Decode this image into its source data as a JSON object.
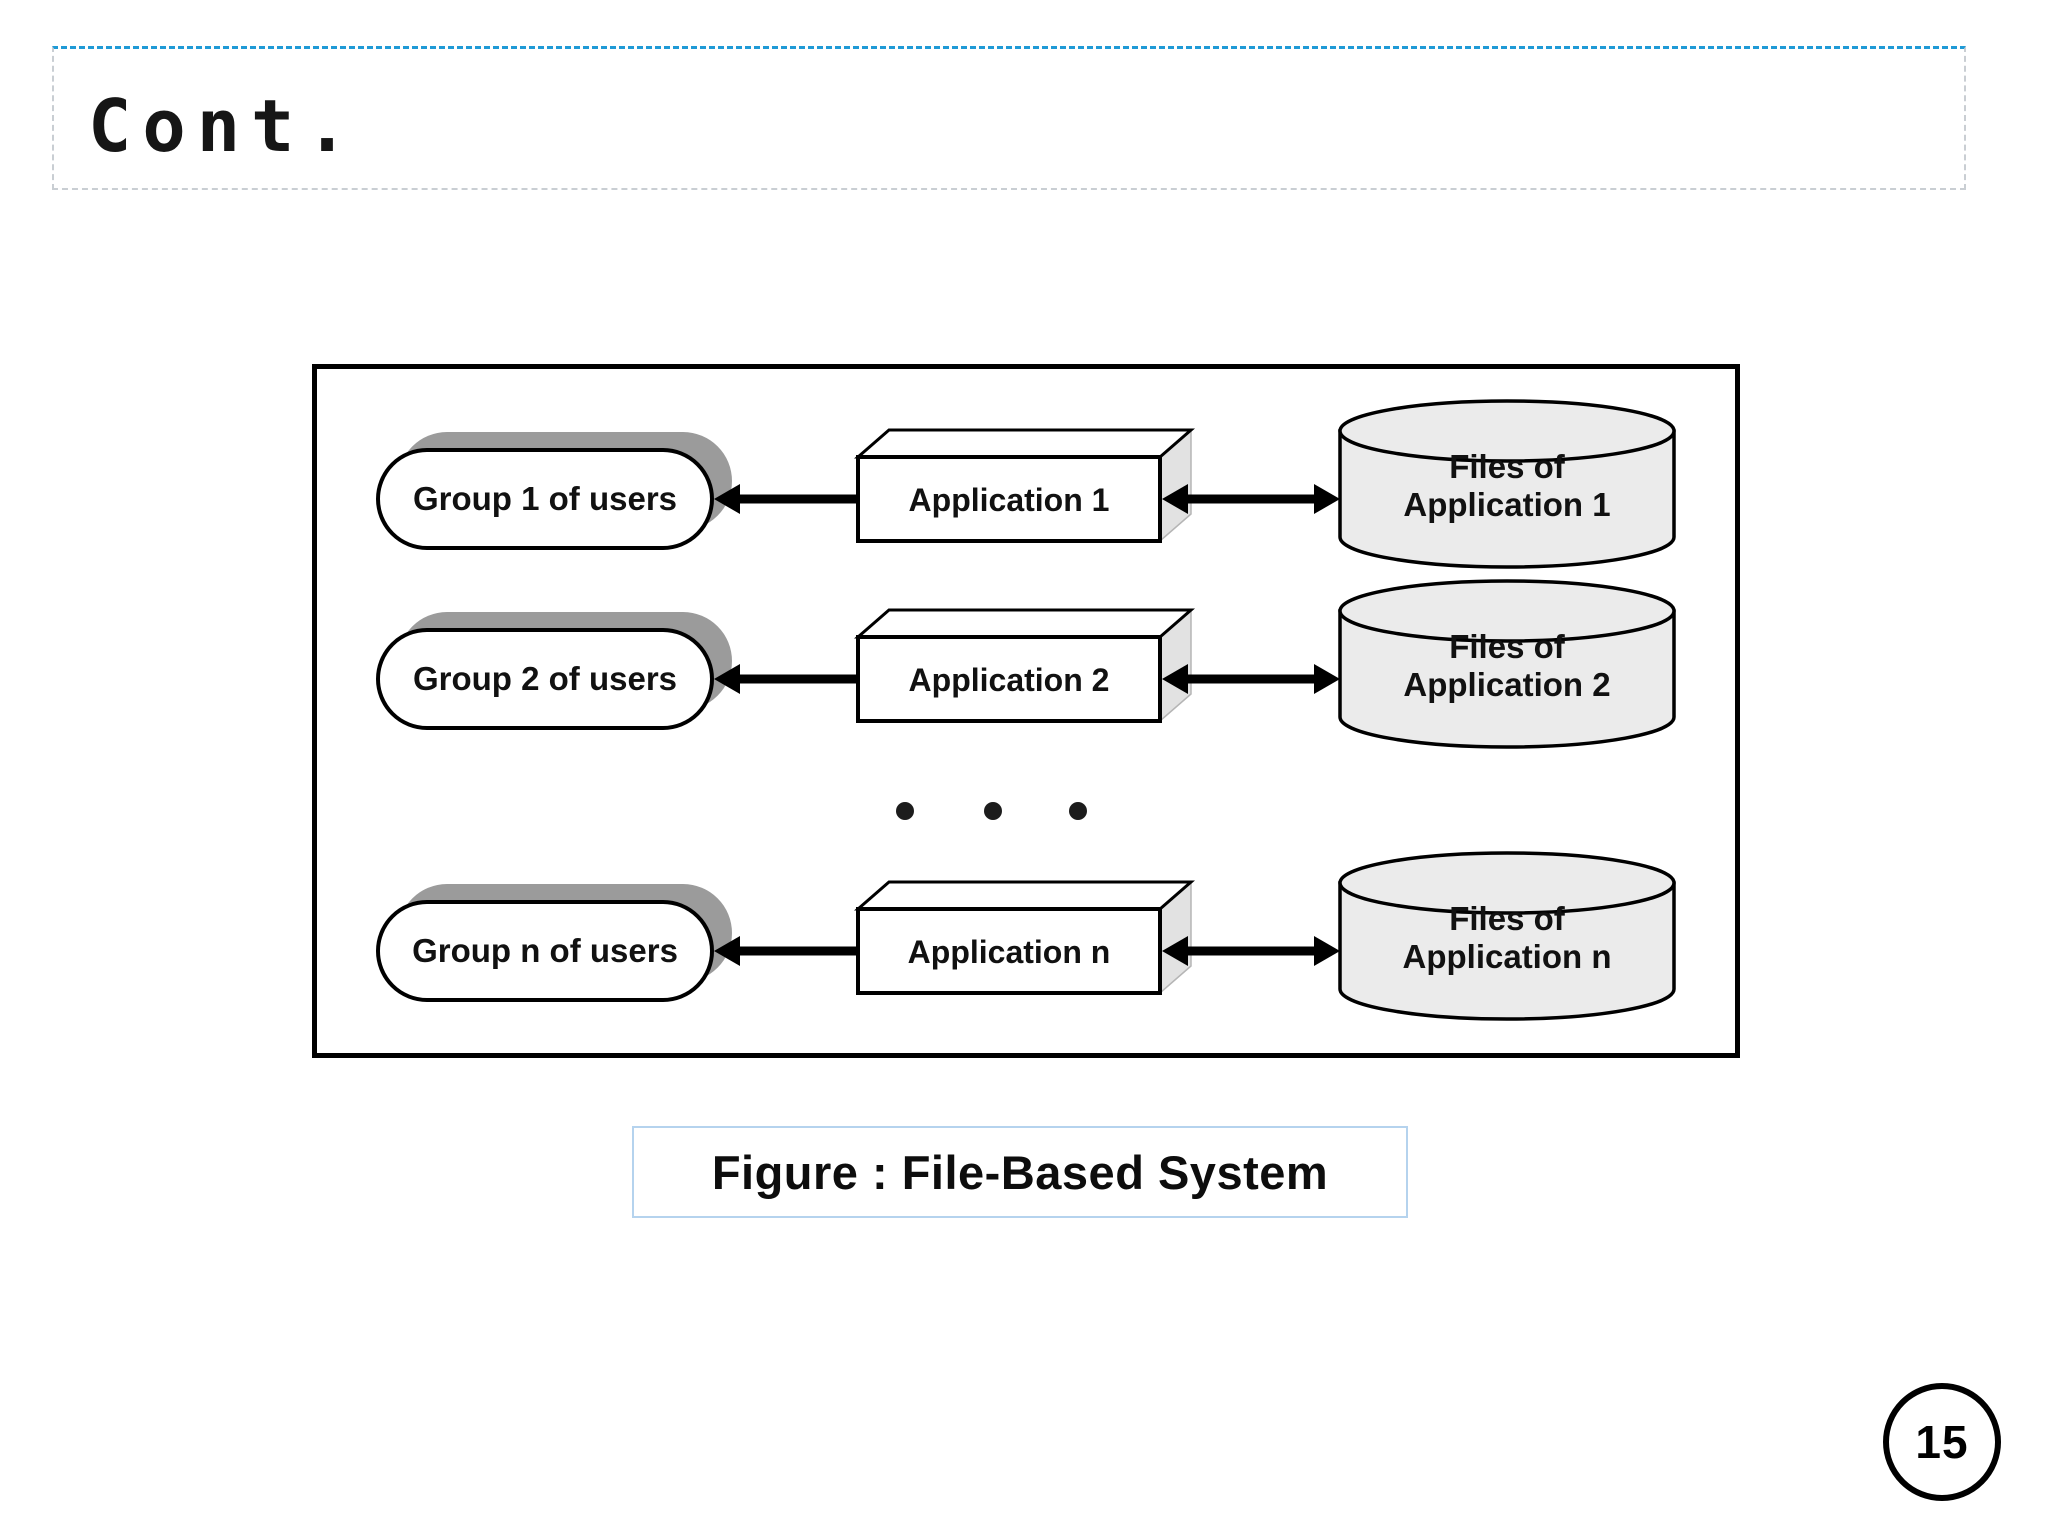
{
  "slide": {
    "title": "Cont.",
    "caption": "Figure : File-Based System",
    "page_number": "15"
  },
  "diagram": {
    "rows": [
      {
        "group": "Group 1 of users",
        "application": "Application 1",
        "files_line1": "Files of",
        "files_line2": "Application 1"
      },
      {
        "group": "Group 2 of users",
        "application": "Application 2",
        "files_line1": "Files of",
        "files_line2": "Application 2"
      },
      {
        "group": "Group n of users",
        "application": "Application n",
        "files_line1": "Files of",
        "files_line2": "Application n"
      }
    ]
  },
  "colors": {
    "accent_blue": "#1f9ad6",
    "placeholder_dash_gray": "#c9ced3",
    "caption_border_blue": "#b5d3ee",
    "shadow_gray": "#9b9b9b",
    "box_side_gray": "#e2e2e2",
    "cylinder_fill": "#ebebeb",
    "ink": "#000000"
  }
}
